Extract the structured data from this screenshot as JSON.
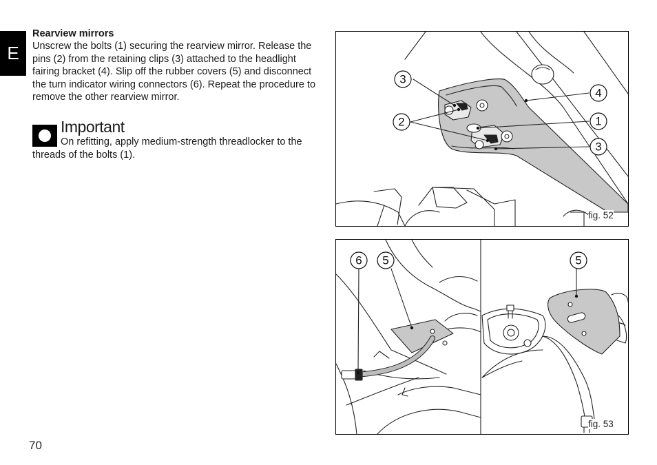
{
  "section_tab": {
    "letter": "E"
  },
  "section": {
    "title": "Rearview mirrors",
    "paragraph": "Unscrew the bolts (1) securing the rearview mirror. Release the pins (2) from the retaining clips (3) attached to the headlight fairing bracket (4). Slip off the rubber covers (5) and disconnect the turn indicator wiring connectors (6). Repeat the procedure to remove the other rearview mirror."
  },
  "important": {
    "title": "Important",
    "text": "On refitting, apply medium-strength threadlocker to the threads of the bolts (1)."
  },
  "figures": {
    "fig52": {
      "caption": "fig. 52",
      "callouts": {
        "c3a": "3",
        "c2": "2",
        "c4": "4",
        "c1": "1",
        "c3b": "3"
      }
    },
    "fig53": {
      "caption": "fig. 53",
      "callouts": {
        "c6": "6",
        "c5a": "5",
        "c5b": "5"
      }
    }
  },
  "page": {
    "number": "70"
  }
}
